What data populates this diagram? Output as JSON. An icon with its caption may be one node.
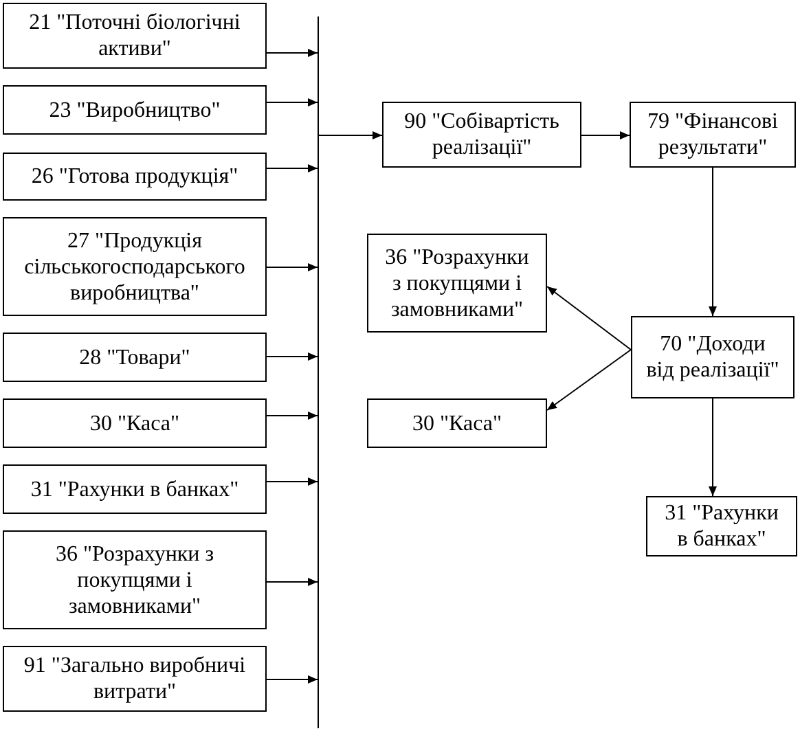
{
  "diagram": {
    "nodes": [
      {
        "text": [
          "21 \"Поточні біологічні активи\""
        ]
      },
      {
        "text": [
          "23 \"Виробництво\""
        ]
      },
      {
        "text": [
          "26 \"Готова продукція\""
        ]
      },
      {
        "text": [
          "27 \"Продукція сільськогосподарського виробництва\""
        ]
      },
      {
        "text": [
          "28 \"Товари\""
        ]
      },
      {
        "text": [
          "30 \"Каса\""
        ]
      },
      {
        "text": [
          "31 \"Рахунки в банках\""
        ]
      },
      {
        "text": [
          "36 \"Розрахунки з покупцями і замовниками\""
        ]
      },
      {
        "text": [
          "91 \"Загально виробничі витрати\""
        ]
      },
      {
        "text": [],
        "shape": "bar"
      },
      {
        "text": [
          "90 \"Собівартість реалізації\""
        ]
      },
      {
        "text": [
          "79 \"Фінансові результати\""
        ]
      },
      {
        "text": [
          "36 \"Розрахунки з покупцями і замовниками\""
        ]
      },
      {
        "text": [
          "70 \"Доходи від реалізації\""
        ]
      },
      {
        "text": [
          "30 \"Каса\""
        ]
      },
      {
        "text": [
          "31 \"Рахунки в банках\""
        ]
      }
    ],
    "edges": [
      {
        "from": 0,
        "to": 9,
        "arrow": "to"
      },
      {
        "from": 1,
        "to": 9,
        "arrow": "to"
      },
      {
        "from": 2,
        "to": 9,
        "arrow": "to"
      },
      {
        "from": 3,
        "to": 9,
        "arrow": "to"
      },
      {
        "from": 4,
        "to": 9,
        "arrow": "to"
      },
      {
        "from": 5,
        "to": 9,
        "arrow": "to"
      },
      {
        "from": 6,
        "to": 9,
        "arrow": "to"
      },
      {
        "from": 7,
        "to": 9,
        "arrow": "to"
      },
      {
        "from": 8,
        "to": 9,
        "arrow": "to"
      },
      {
        "from": 9,
        "to": 10,
        "arrow": "to"
      },
      {
        "from": 10,
        "to": 11,
        "arrow": "to"
      },
      {
        "from": 11,
        "to": 13,
        "arrow": "to"
      },
      {
        "from": 13,
        "to": 12,
        "arrow": "to"
      },
      {
        "from": 13,
        "to": 14,
        "arrow": "to"
      },
      {
        "from": 13,
        "to": 15,
        "arrow": "to"
      }
    ]
  }
}
